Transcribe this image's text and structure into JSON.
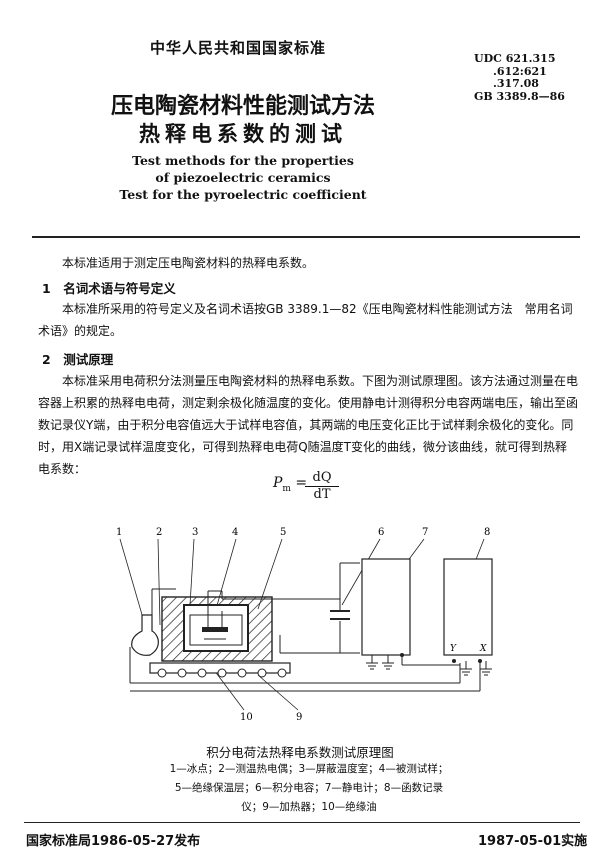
{
  "header": {
    "org": "中华人民共和国国家标准",
    "udc_lines": [
      "UDC 621.315",
      ".612:621",
      ".317.08"
    ],
    "gb": "GB 3389.8—86"
  },
  "title": {
    "cn_line1": "压电陶瓷材料性能测试方法",
    "cn_line2": "热释电系数的测试",
    "en_line1": "Test methods for the properties",
    "en_line2": "of piezoelectric ceramics",
    "en_line3": "Test for the pyroelectric coefficient"
  },
  "body": {
    "intro": "本标准适用于测定压电陶瓷材料的热释电系数。",
    "s1_heading": "1　名词术语与符号定义",
    "s1_text": "本标准所采用的符号定义及名词术语按GB 3389.1—82《压电陶瓷材料性能测试方法　常用名词术语》的规定。",
    "s2_heading": "2　测试原理",
    "s2_text": "本标准采用电荷积分法测量压电陶瓷材料的热释电系数。下图为测试原理图。该方法通过测量在电容器上积累的热释电电荷，测定剩余极化随温度的变化。使用静电计测得积分电容两端电压，输出至函数记录仪Y端，由于积分电容值远大于试样电容值，其两端的电压变化正比于试样剩余极化的变化。同时，用X端记录试样温度变化，可得到热释电电荷Q随温度T变化的曲线，微分该曲线，就可得到热释电系数："
  },
  "formula": {
    "lhs": "P",
    "lhs_sub": "m",
    "eq": "=",
    "numerator": "dQ",
    "denominator": "dT"
  },
  "figure": {
    "callouts": [
      "1",
      "2",
      "3",
      "4",
      "5",
      "6",
      "7",
      "8",
      "10",
      "9"
    ],
    "terminal_y": "Y",
    "terminal_x": "X",
    "caption": "积分电荷法热释电系数测试原理图",
    "legend_lines": [
      "1—冰点；2—测温热电偶；3—屏蔽温度室；4—被测试样；",
      "5—绝缘保温层；6—积分电容；7—静电计；8—函数记录",
      "仪；9—加热器；10—绝缘油"
    ]
  },
  "footer": {
    "issued": "国家标准局1986-05-27发布",
    "effective": "1987-05-01实施"
  }
}
